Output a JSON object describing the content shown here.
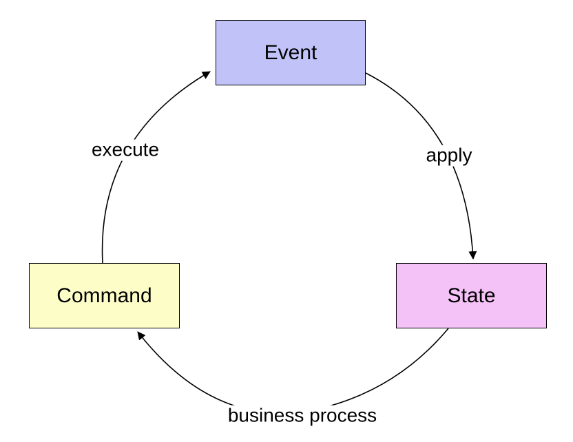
{
  "diagram": {
    "nodes": {
      "event": {
        "label": "Event",
        "color": "#c0c2f8"
      },
      "state": {
        "label": "State",
        "color": "#f5c2f8"
      },
      "command": {
        "label": "Command",
        "color": "#fdfdc8"
      }
    },
    "edges": {
      "apply": {
        "label": "apply",
        "from": "Event",
        "to": "State"
      },
      "business_process": {
        "label": "business process",
        "from": "State",
        "to": "Command"
      },
      "execute": {
        "label": "execute",
        "from": "Command",
        "to": "Event"
      }
    },
    "line_color": "#000000"
  }
}
